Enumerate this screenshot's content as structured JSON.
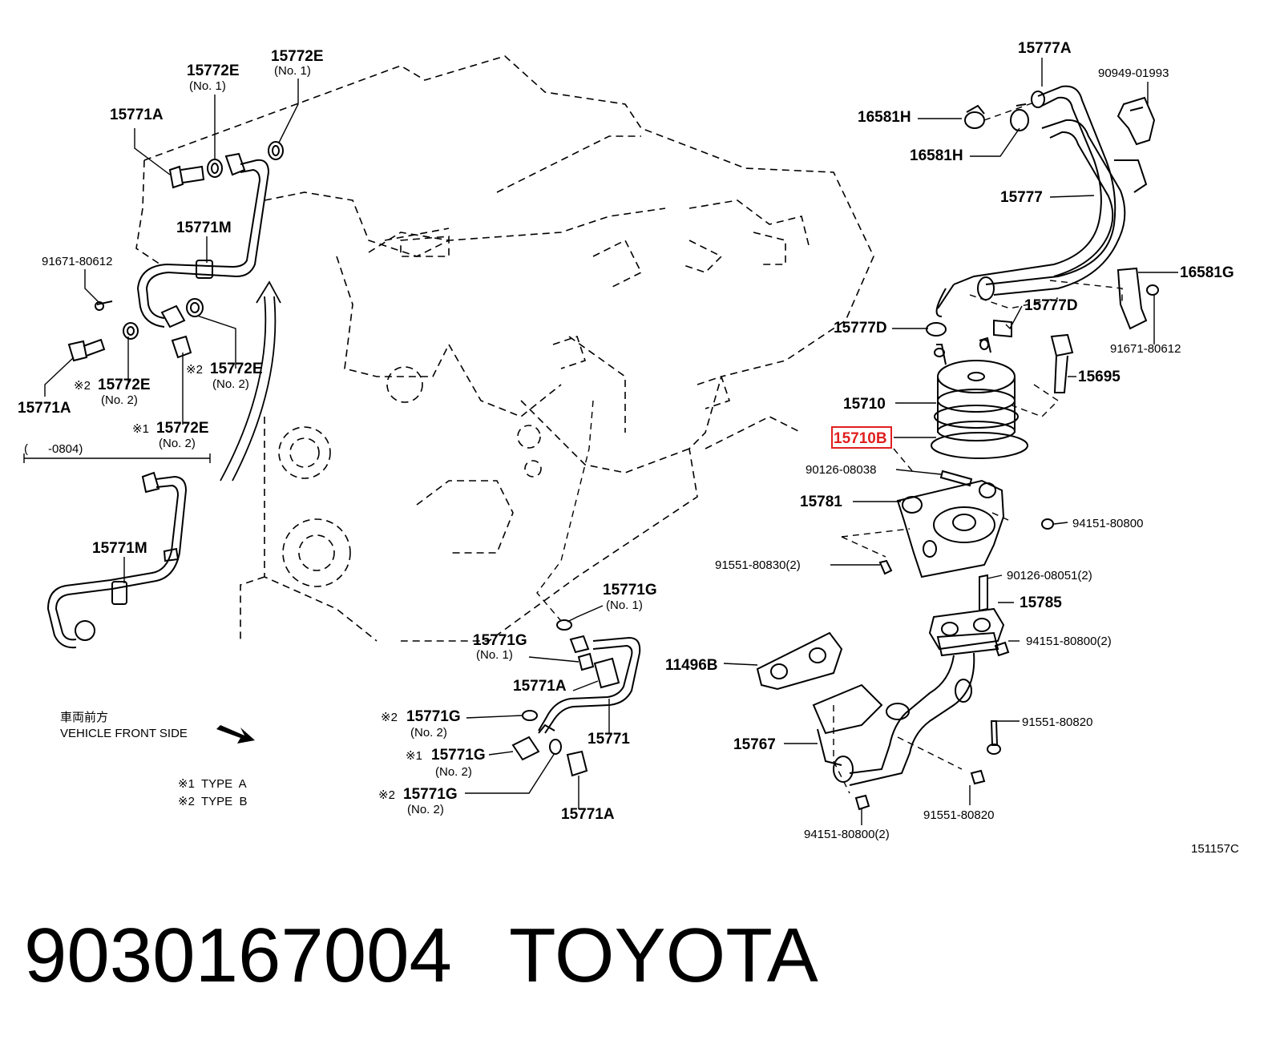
{
  "labels": {
    "l_15771A_top": "15771A",
    "l_15772E_no1a": "15772E",
    "l_15772E_no1a_sub": "(No. 1)",
    "l_15772E_no1b": "15772E",
    "l_15772E_no1b_sub": "(No. 1)",
    "l_15771M_top": "15771M",
    "l_91671_left": "91671-80612",
    "l_15771A_left": "15771A",
    "l_15772E_no2a_mark": "※2",
    "l_15772E_no2a": "15772E",
    "l_15772E_no2a_sub": "(No. 2)",
    "l_15772E_no2b_mark": "※2",
    "l_15772E_no2b": "15772E",
    "l_15772E_no2b_sub": "(No. 2)",
    "l_15772E_no2c_mark": "※1",
    "l_15772E_no2c": "15772E",
    "l_15772E_no2c_sub": "(No. 2)",
    "l_range": "(      -0804)",
    "l_15771M_low": "15771M",
    "l_front_jp": "車両前方",
    "l_front_en": "VEHICLE FRONT SIDE",
    "l_type_a": "※1  TYPE  A",
    "l_type_b": "※2  TYPE  B",
    "l_15771G_a": "15771G",
    "l_15771G_a_sub": "(No. 1)",
    "l_15771G_b": "15771G",
    "l_15771G_b_sub": "(No. 1)",
    "l_15771A_mid": "15771A",
    "l_15771G_c_mark": "※2",
    "l_15771G_c": "15771G",
    "l_15771G_c_sub": "(No. 2)",
    "l_15771": "15771",
    "l_15771G_d_mark": "※1",
    "l_15771G_d": "15771G",
    "l_15771G_d_sub": "(No. 2)",
    "l_15771G_e_mark": "※2",
    "l_15771G_e": "15771G",
    "l_15771G_e_sub": "(No. 2)",
    "l_15771A_bottom": "15771A",
    "l_15777A": "15777A",
    "l_90949": "90949-01993",
    "l_16581H_a": "16581H",
    "l_16581H_b": "16581H",
    "l_15777": "15777",
    "l_16581G": "16581G",
    "l_15777D_a": "15777D",
    "l_15777D_b": "15777D",
    "l_91671_right": "91671-80612",
    "l_15695": "15695",
    "l_15710": "15710",
    "l_15710B": "15710B",
    "l_90126_08038": "90126-08038",
    "l_15781": "15781",
    "l_94151_a": "94151-80800",
    "l_91551_80830": "91551-80830(2)",
    "l_90126_08051": "90126-08051(2)",
    "l_15785": "15785",
    "l_94151_b": "94151-80800(2)",
    "l_11496B": "11496B",
    "l_91551_80820_a": "91551-80820",
    "l_15767": "15767",
    "l_91551_80820_b": "91551-80820",
    "l_94151_c": "94151-80800(2)",
    "l_ref": "151157C"
  },
  "highlight_color": "#e02020",
  "footer": {
    "part_number": "9030167004",
    "brand": "TOYOTA"
  }
}
